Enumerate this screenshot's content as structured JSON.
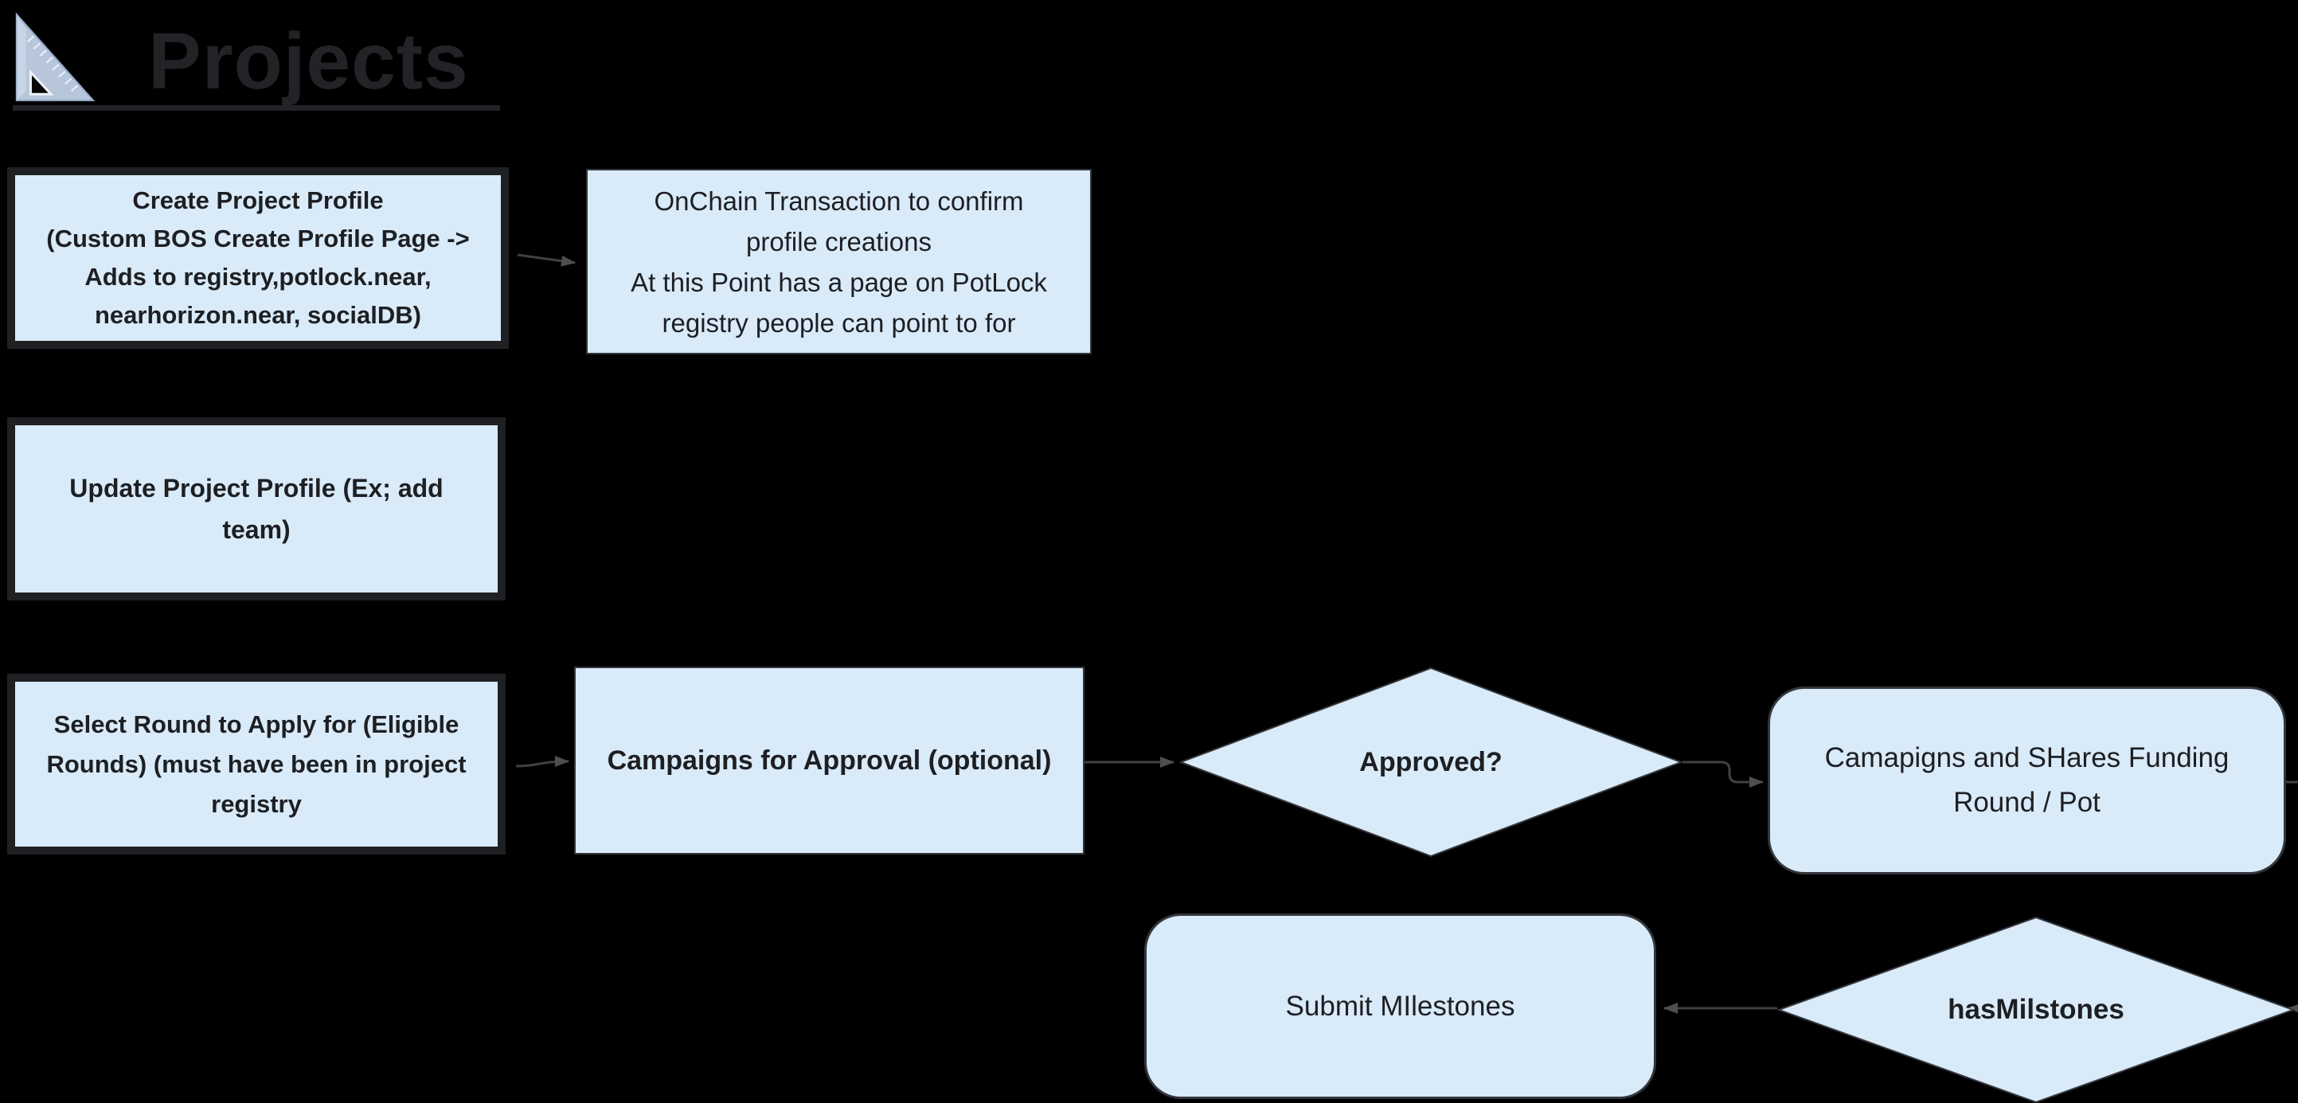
{
  "header": {
    "title": "Projects",
    "logo_icon": "set-square-triangle-ruler"
  },
  "colors": {
    "page_bg": "#000000",
    "node_fill": "#d9eaf8",
    "node_text": "#1d1f23",
    "bordered_node_border": "#1e2023",
    "thin_node_border": "#32363c",
    "connector": "#414141",
    "arrowhead": "#4f4f4f",
    "title_text": "#212326",
    "logo_fill": "#b7c6db",
    "logo_stroke": "#94a8c5"
  },
  "nodes": {
    "create_profile": {
      "shape": "rectangle-bordered",
      "emphasis": "bold",
      "label": "Create Project Profile\n(Custom BOS Create Profile Page ->\nAdds to registry,potlock.near,\nnearhorizon.near, socialDB)"
    },
    "onchain_tx": {
      "shape": "rectangle",
      "emphasis": "normal",
      "label": "OnChain Transaction to confirm\nprofile creations\nAt this Point has a page on PotLock\nregistry people can point to for"
    },
    "update_profile": {
      "shape": "rectangle-bordered",
      "emphasis": "bold",
      "label": "Update Project Profile (Ex; add\nteam)"
    },
    "select_round": {
      "shape": "rectangle-bordered",
      "emphasis": "bold",
      "label": "Select Round to Apply for (Eligible\nRounds) (must have been in project\nregistry"
    },
    "campaigns_approval": {
      "shape": "rectangle",
      "emphasis": "bold",
      "label": "Campaigns for Approval (optional)"
    },
    "approved": {
      "shape": "diamond",
      "emphasis": "bold",
      "label": "Approved?"
    },
    "campaigns_shares": {
      "shape": "rounded-rectangle",
      "emphasis": "normal",
      "label": "Camapigns and SHares Funding\nRound / Pot"
    },
    "submit_milestones": {
      "shape": "rounded-rectangle",
      "emphasis": "normal",
      "label": "Submit MIlestones"
    },
    "has_milestones": {
      "shape": "diamond",
      "emphasis": "bold",
      "label": "hasMilstones"
    }
  },
  "edges": [
    {
      "from": "create_profile",
      "to": "onchain_tx",
      "arrow": true
    },
    {
      "from": "select_round",
      "to": "campaigns_approval",
      "arrow": true
    },
    {
      "from": "campaigns_approval",
      "to": "approved",
      "arrow": true
    },
    {
      "from": "approved",
      "to": "campaigns_shares",
      "arrow": true
    },
    {
      "from": "campaigns_shares",
      "to": "has_milestones",
      "arrow": true,
      "route": "off-right-canvas-edge"
    },
    {
      "from": "has_milestones",
      "to": "submit_milestones",
      "arrow": true
    }
  ]
}
